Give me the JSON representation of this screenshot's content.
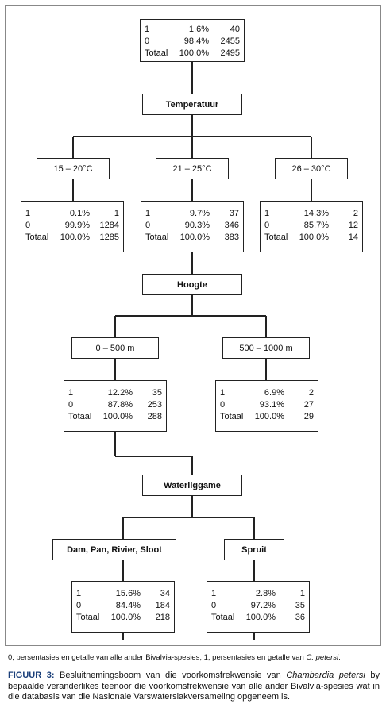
{
  "tables": {
    "root": {
      "r1": [
        "1",
        "1.6%",
        "40"
      ],
      "r0": [
        "0",
        "98.4%",
        "2455"
      ],
      "rt": [
        "Totaal",
        "100.0%",
        "2495"
      ]
    },
    "t15": {
      "r1": [
        "1",
        "0.1%",
        "1"
      ],
      "r0": [
        "0",
        "99.9%",
        "1284"
      ],
      "rt": [
        "Totaal",
        "100.0%",
        "1285"
      ]
    },
    "t21": {
      "r1": [
        "1",
        "9.7%",
        "37"
      ],
      "r0": [
        "0",
        "90.3%",
        "346"
      ],
      "rt": [
        "Totaal",
        "100.0%",
        "383"
      ]
    },
    "t26": {
      "r1": [
        "1",
        "14.3%",
        "2"
      ],
      "r0": [
        "0",
        "85.7%",
        "12"
      ],
      "rt": [
        "Totaal",
        "100.0%",
        "14"
      ]
    },
    "h0": {
      "r1": [
        "1",
        "12.2%",
        "35"
      ],
      "r0": [
        "0",
        "87.8%",
        "253"
      ],
      "rt": [
        "Totaal",
        "100.0%",
        "288"
      ]
    },
    "h500": {
      "r1": [
        "1",
        "6.9%",
        "2"
      ],
      "r0": [
        "0",
        "93.1%",
        "27"
      ],
      "rt": [
        "Totaal",
        "100.0%",
        "29"
      ]
    },
    "dam": {
      "r1": [
        "1",
        "15.6%",
        "34"
      ],
      "r0": [
        "0",
        "84.4%",
        "184"
      ],
      "rt": [
        "Totaal",
        "100.0%",
        "218"
      ]
    },
    "spruit": {
      "r1": [
        "1",
        "2.8%",
        "1"
      ],
      "r0": [
        "0",
        "97.2%",
        "35"
      ],
      "rt": [
        "Totaal",
        "100.0%",
        "36"
      ]
    }
  },
  "nodes": {
    "temperatuur": "Temperatuur",
    "hoogte": "Hoogte",
    "waterliggame": "Waterliggame"
  },
  "categories": {
    "t15": "15 – 20°C",
    "t21": "21 – 25°C",
    "t26": "26 – 30°C",
    "h0": "0 – 500 m",
    "h500": "500 – 1000 m",
    "dam": "Dam, Pan, Rivier, Sloot",
    "spruit": "Spruit"
  },
  "footnote": {
    "text": "0, persentasies en getalle van alle ander Bivalvia-spesies; 1, persentasies en getalle van ",
    "species": "C. petersi",
    "end": "."
  },
  "caption": {
    "label": "FIGUUR 3:",
    "text1": " Besluitnemingsboom van die voorkomsfrekwensie van ",
    "species": "Chambardia petersi",
    "text2": " by bepaalde veranderlikes teenoor die voorkomsfrekwensie van alle ander Bivalvia-spesies wat in die databasis van die Nasionale Varswaterslakversameling opgeneem is."
  },
  "colors": {
    "line": "#222222",
    "caption_label": "#1a3f7a"
  }
}
